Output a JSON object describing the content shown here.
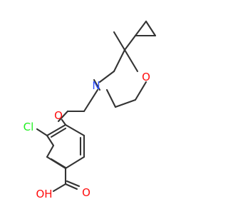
{
  "molecule": {
    "atom_labels": {
      "oxygen_ring": "O",
      "nitrogen": "N",
      "oxygen_ether": "O",
      "chlorine": "Cl",
      "carbonyl_oxygen": "O",
      "hydroxyl": "OH"
    },
    "methyl_label": "",
    "colors": {
      "bond": "#333333",
      "oxygen": "#ff0d0d",
      "nitrogen": "#3050f8",
      "chlorine": "#1ff01f",
      "carbon": "#333333"
    }
  }
}
